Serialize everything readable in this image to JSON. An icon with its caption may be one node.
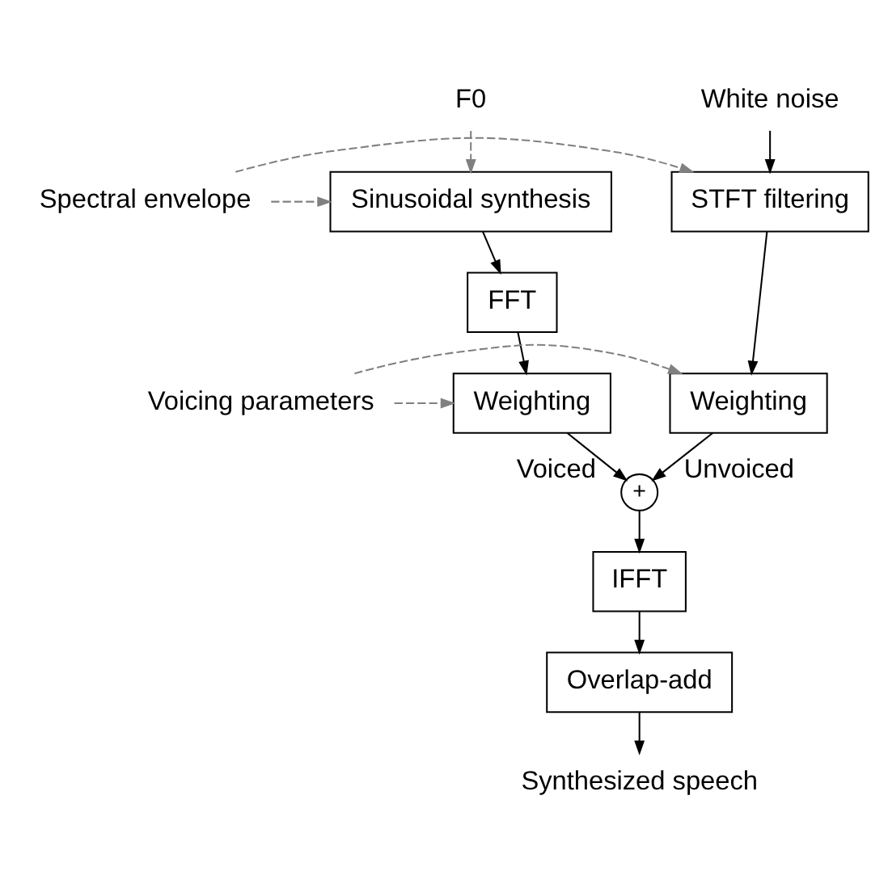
{
  "diagram": {
    "nodes": [
      {
        "text": [
          "F0"
        ]
      },
      {
        "text": [
          "White noise"
        ]
      },
      {
        "text": [
          "Sinusoidal synthesis"
        ]
      },
      {
        "text": [
          "Spectral envelope"
        ]
      },
      {
        "text": [
          "STFT filtering"
        ]
      },
      {
        "text": [
          "FFT"
        ]
      },
      {
        "text": [
          "Weighting"
        ]
      },
      {
        "text": [
          "Voicing parameters"
        ]
      },
      {
        "text": [
          "Weighting"
        ]
      },
      {
        "text": [
          "+"
        ]
      },
      {
        "text": [
          "IFFT"
        ]
      },
      {
        "text": [
          "Overlap-add"
        ]
      },
      {
        "text": [
          "Synthesized speech"
        ]
      }
    ],
    "edges": [
      {
        "from": 0,
        "to": 2,
        "arrow": "to",
        "style": "dashed",
        "color": "#808080"
      },
      {
        "from": 1,
        "to": 4,
        "arrow": "to"
      },
      {
        "from": 3,
        "to": 2,
        "arrow": "to",
        "style": "dashed",
        "color": "#808080"
      },
      {
        "from": 3,
        "to": 4,
        "arrow": "to",
        "style": "dashed",
        "color": "#808080"
      },
      {
        "from": 2,
        "to": 5,
        "arrow": "to"
      },
      {
        "from": 4,
        "to": 8,
        "arrow": "to"
      },
      {
        "from": 5,
        "to": 6,
        "arrow": "to"
      },
      {
        "from": 7,
        "to": 6,
        "arrow": "to",
        "style": "dashed",
        "color": "#808080"
      },
      {
        "from": 7,
        "to": 8,
        "arrow": "to",
        "style": "dashed",
        "color": "#808080"
      },
      {
        "from": 6,
        "to": 9,
        "arrow": "to",
        "label": "Voiced"
      },
      {
        "from": 8,
        "to": 9,
        "arrow": "to",
        "label": "Unvoiced"
      },
      {
        "from": 9,
        "to": 10,
        "arrow": "to"
      },
      {
        "from": 10,
        "to": 11,
        "arrow": "to"
      },
      {
        "from": 11,
        "to": 12,
        "arrow": "to"
      }
    ]
  }
}
